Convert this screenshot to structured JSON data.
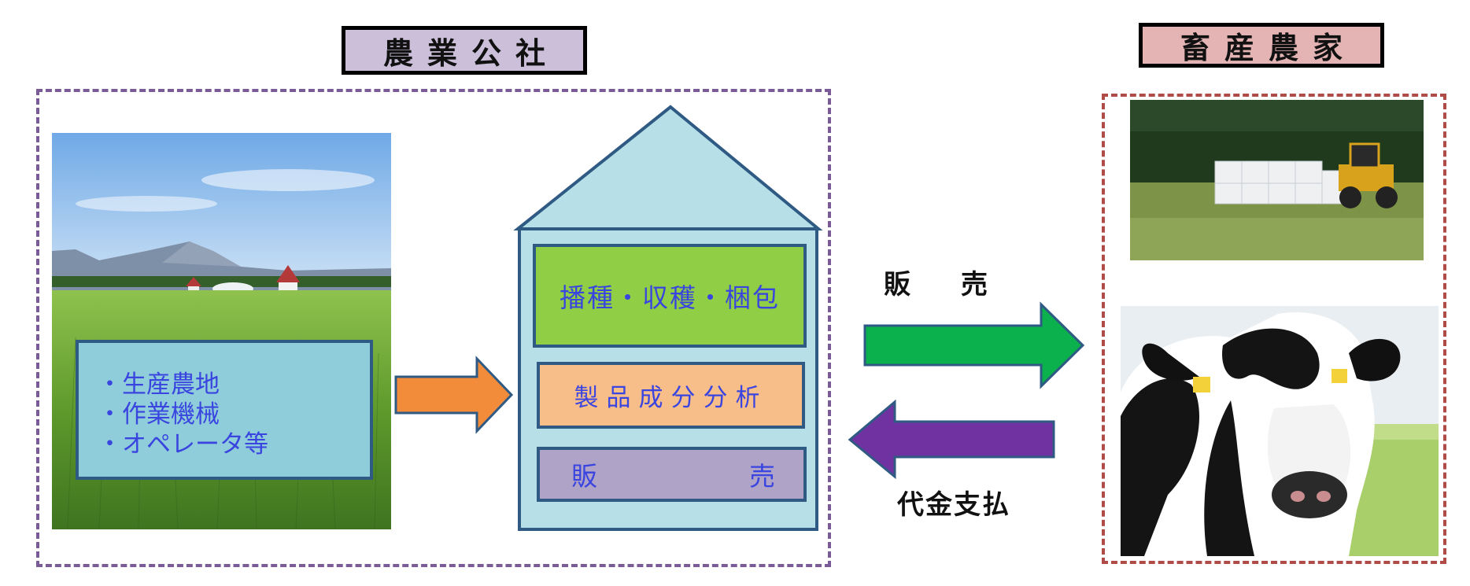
{
  "company": {
    "title": "農業公社"
  },
  "farmer": {
    "title": "畜産農家"
  },
  "assets": {
    "items": [
      "・生産農地",
      "・作業機械",
      "・オペレータ等"
    ]
  },
  "stages": {
    "sowing": "播種・収穫・梱包",
    "analysis": "製品成分分析",
    "sales_left": "販",
    "sales_right": "売"
  },
  "arrows": {
    "sell_label": "販売",
    "payment_label": "代金支払"
  },
  "colors": {
    "company_title_bg": "#cbbfda",
    "farmer_title_bg": "#e4b4b4",
    "left_frame": "#7b5b97",
    "right_frame": "#b04c48",
    "assets_box": "#8ecdd9",
    "house": "#b7dfe8",
    "sowing": "#8fce45",
    "analysis": "#f8be8a",
    "sales": "#b0a3c8",
    "orange_arrow": "#f28c3b",
    "green_arrow": "#0bb14d",
    "purple_arrow": "#7032a0",
    "stage_text": "#3a45e0"
  }
}
